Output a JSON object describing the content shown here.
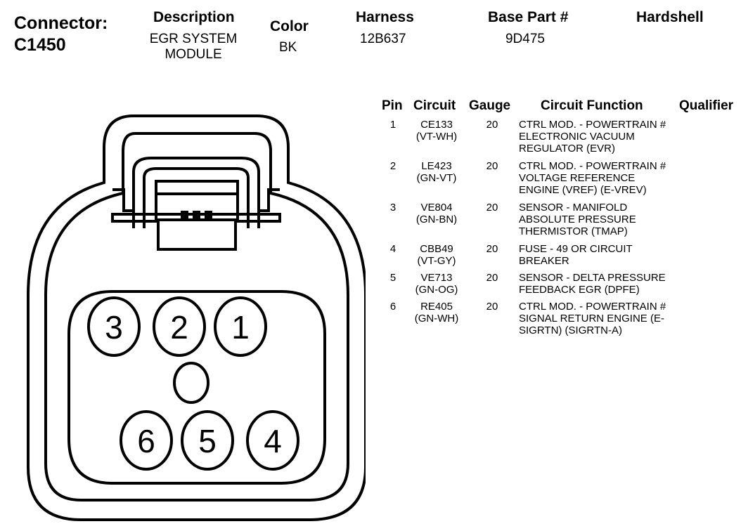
{
  "header": {
    "connector_label": "Connector:",
    "connector_id": "C1450",
    "description_label": "Description",
    "description_line1": "EGR SYSTEM",
    "description_line2": "MODULE",
    "color_label": "Color",
    "color_value": "BK",
    "harness_label": "Harness",
    "harness_value": "12B637",
    "base_part_label": "Base Part #",
    "base_part_value": "9D475",
    "hardshell_label": "Hardshell"
  },
  "table": {
    "headers": {
      "pin": "Pin",
      "circuit": "Circuit",
      "gauge": "Gauge",
      "function": "Circuit Function",
      "qualifier": "Qualifier"
    },
    "rows": [
      {
        "pin": "1",
        "circuit": "CE133",
        "wire": "(VT-WH)",
        "gauge": "20",
        "function": [
          "CTRL MOD. - POWERTRAIN #",
          "ELECTRONIC VACUUM",
          "REGULATOR (EVR)"
        ]
      },
      {
        "pin": "2",
        "circuit": "LE423",
        "wire": "(GN-VT)",
        "gauge": "20",
        "function": [
          "CTRL MOD. - POWERTRAIN #",
          "VOLTAGE REFERENCE",
          "ENGINE (VREF) (E-VREV)"
        ]
      },
      {
        "pin": "3",
        "circuit": "VE804",
        "wire": "(GN-BN)",
        "gauge": "20",
        "function": [
          "SENSOR - MANIFOLD",
          "ABSOLUTE PRESSURE",
          "THERMISTOR (TMAP)"
        ]
      },
      {
        "pin": "4",
        "circuit": "CBB49",
        "wire": "(VT-GY)",
        "gauge": "20",
        "function": [
          "FUSE - 49 OR CIRCUIT",
          "BREAKER"
        ]
      },
      {
        "pin": "5",
        "circuit": "VE713",
        "wire": "(GN-OG)",
        "gauge": "20",
        "function": [
          "SENSOR - DELTA PRESSURE",
          "FEEDBACK EGR (DPFE)"
        ]
      },
      {
        "pin": "6",
        "circuit": "RE405",
        "wire": "(GN-WH)",
        "gauge": "20",
        "function": [
          "CTRL MOD. - POWERTRAIN #",
          "SIGNAL RETURN ENGINE (E-",
          "SIGRTN) (SIGRTN-A)"
        ]
      }
    ]
  },
  "connector": {
    "pin_labels": [
      "3",
      "2",
      "1",
      "6",
      "5",
      "4"
    ]
  }
}
